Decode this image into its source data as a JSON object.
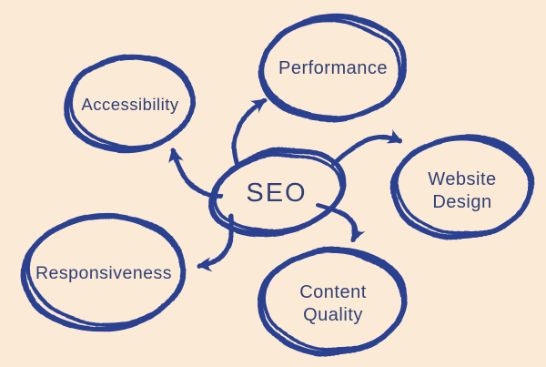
{
  "colors": {
    "background": "#FBEAD6",
    "ink": "#2A4191",
    "text": "#2F4077"
  },
  "diagram": {
    "type": "mind-map",
    "center": {
      "label": "SEO"
    },
    "nodes": [
      {
        "label": "Accessibility"
      },
      {
        "label": "Performance"
      },
      {
        "label": "Website",
        "label2": "Design"
      },
      {
        "label": "Responsiveness"
      },
      {
        "label": "Content",
        "label2": "Quality"
      }
    ],
    "connections": [
      {
        "from": "SEO",
        "to": "Accessibility"
      },
      {
        "from": "SEO",
        "to": "Performance"
      },
      {
        "from": "SEO",
        "to": "Website Design"
      },
      {
        "from": "SEO",
        "to": "Content Quality"
      },
      {
        "from": "SEO",
        "to": "Responsiveness"
      }
    ]
  }
}
